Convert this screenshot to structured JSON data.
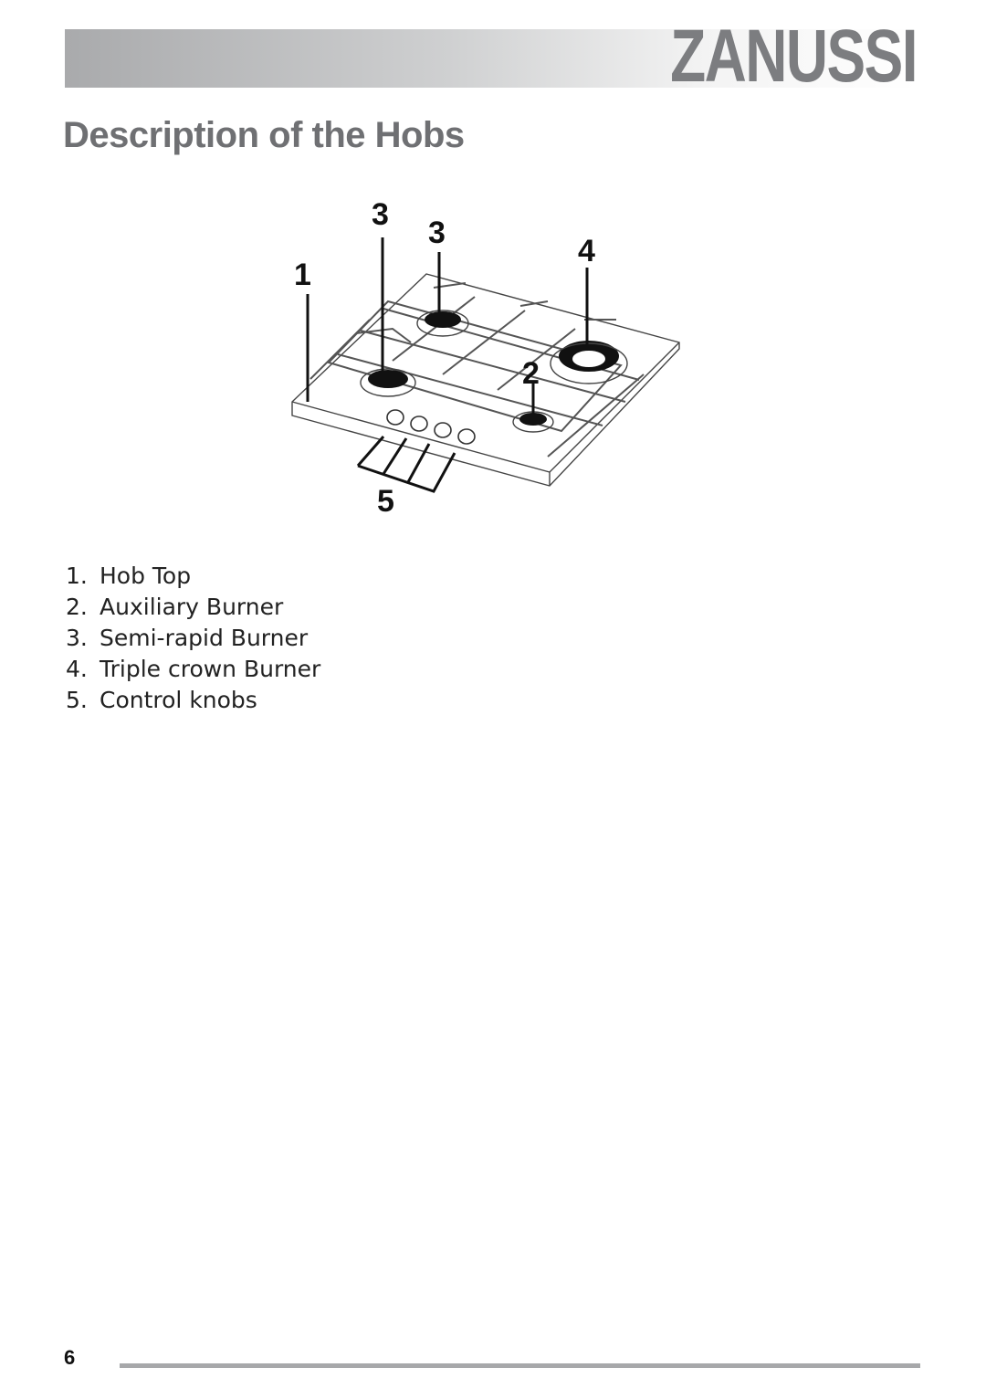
{
  "header": {
    "brand": "ZANUSSI"
  },
  "page_title": "Description of the Hobs",
  "diagram": {
    "callouts": [
      "3",
      "3",
      "1",
      "4",
      "2",
      "5"
    ]
  },
  "legend": [
    {
      "number": "1.",
      "label": "Hob Top"
    },
    {
      "number": "2.",
      "label": "Auxiliary Burner"
    },
    {
      "number": "3.",
      "label": "Semi-rapid Burner"
    },
    {
      "number": "4.",
      "label": "Triple crown Burner"
    },
    {
      "number": "5.",
      "label": "Control knobs"
    }
  ],
  "footer": {
    "page_number": "6"
  },
  "colors": {
    "title": "#6f7073",
    "logo": "#7c7d80",
    "rule": "#a7a8aa"
  }
}
